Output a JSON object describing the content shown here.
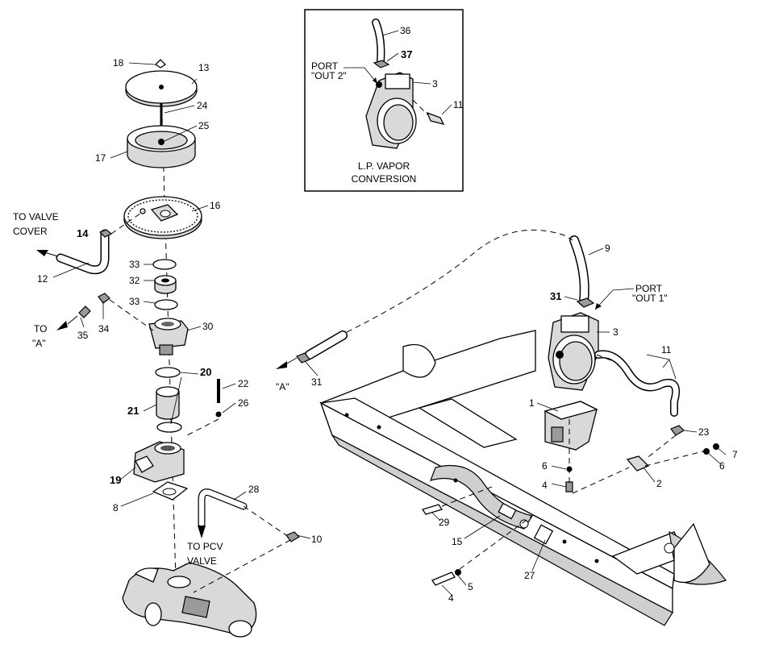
{
  "callouts": {
    "c18": "18",
    "c13": "13",
    "c24": "24",
    "c25": "25",
    "c17": "17",
    "c16": "16",
    "c14": "14",
    "c12": "12",
    "c33a": "33",
    "c32": "32",
    "c33b": "33",
    "c34": "34",
    "c35": "35",
    "c30": "30",
    "c20": "20",
    "c22": "22",
    "c26": "26",
    "c21": "21",
    "c19": "19",
    "c8": "8",
    "c28": "28",
    "c10": "10",
    "c36": "36",
    "c37": "37",
    "c3a": "3",
    "c11a": "11",
    "c9": "9",
    "c31a": "31",
    "c3b": "3",
    "c11b": "11",
    "c31b": "31",
    "c1": "1",
    "c23": "23",
    "c7": "7",
    "c6a": "6",
    "c6b": "6",
    "c4a": "4",
    "c2": "2",
    "c29": "29",
    "c15": "15",
    "c27": "27",
    "c5": "5",
    "c4b": "4"
  },
  "notes": {
    "to_valve_cover_1": "TO VALVE",
    "to_valve_cover_2": "COVER",
    "to_a_1": "TO",
    "to_a_2": "\"A\"",
    "to_pcv_1": "TO PCV",
    "to_pcv_2": "VALVE",
    "port_out2_1": "PORT",
    "port_out2_2": "\"OUT 2\"",
    "port_out1_1": "PORT",
    "port_out1_2": "\"OUT 1\"",
    "a_ref": "\"A\""
  },
  "inset": {
    "caption_1": "L.P. VAPOR",
    "caption_2": "CONVERSION"
  }
}
